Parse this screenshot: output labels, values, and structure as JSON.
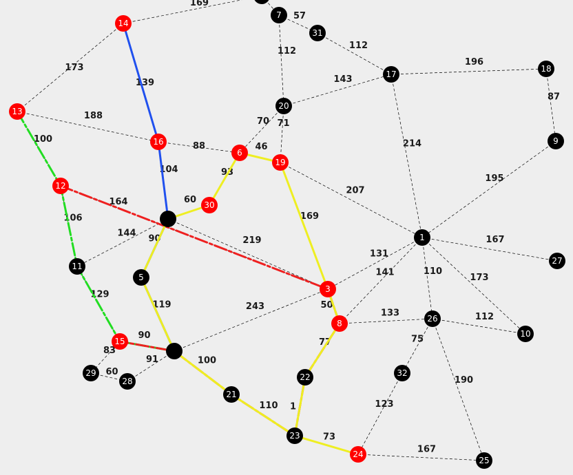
{
  "colors": {
    "background": "#eeeeee",
    "node_default": "#000000",
    "node_highlight": "#ff0000",
    "node_label": "#ffffff",
    "edge": "#000000",
    "weight_text": "#1a1a1a"
  },
  "nodes": [
    {
      "id": "1",
      "label": "1",
      "state": "normal"
    },
    {
      "id": "3",
      "label": "3",
      "state": "highlight"
    },
    {
      "id": "5",
      "label": "5",
      "state": "normal"
    },
    {
      "id": "6",
      "label": "6",
      "state": "highlight"
    },
    {
      "id": "7",
      "label": "7",
      "state": "normal"
    },
    {
      "id": "8",
      "label": "8",
      "state": "highlight"
    },
    {
      "id": "9",
      "label": "9",
      "state": "normal"
    },
    {
      "id": "10",
      "label": "10",
      "state": "normal"
    },
    {
      "id": "11",
      "label": "11",
      "state": "normal"
    },
    {
      "id": "12",
      "label": "12",
      "state": "highlight"
    },
    {
      "id": "13",
      "label": "13",
      "state": "highlight"
    },
    {
      "id": "14",
      "label": "14",
      "state": "highlight"
    },
    {
      "id": "15",
      "label": "15",
      "state": "highlight"
    },
    {
      "id": "16",
      "label": "16",
      "state": "highlight"
    },
    {
      "id": "17",
      "label": "17",
      "state": "normal"
    },
    {
      "id": "18",
      "label": "18",
      "state": "normal"
    },
    {
      "id": "19",
      "label": "19",
      "state": "highlight"
    },
    {
      "id": "20",
      "label": "20",
      "state": "normal"
    },
    {
      "id": "21",
      "label": "21",
      "state": "normal"
    },
    {
      "id": "22",
      "label": "22",
      "state": "normal"
    },
    {
      "id": "23",
      "label": "23",
      "state": "normal"
    },
    {
      "id": "24",
      "label": "24",
      "state": "highlight"
    },
    {
      "id": "25",
      "label": "25",
      "state": "normal"
    },
    {
      "id": "26",
      "label": "26",
      "state": "normal"
    },
    {
      "id": "27",
      "label": "27",
      "state": "normal"
    },
    {
      "id": "28",
      "label": "28",
      "state": "normal"
    },
    {
      "id": "29",
      "label": "29",
      "state": "normal"
    },
    {
      "id": "30",
      "label": "30",
      "state": "highlight"
    },
    {
      "id": "31",
      "label": "31",
      "state": "normal"
    },
    {
      "id": "32",
      "label": "32",
      "state": "normal"
    },
    {
      "id": "A",
      "label": "",
      "state": "normal"
    },
    {
      "id": "B",
      "label": "",
      "state": "normal"
    },
    {
      "id": "T",
      "label": "",
      "state": "normal"
    }
  ],
  "edges": [
    {
      "from": "14",
      "to": "T",
      "weight": "169"
    },
    {
      "from": "T",
      "to": "7",
      "weight": ""
    },
    {
      "from": "14",
      "to": "13",
      "weight": "173"
    },
    {
      "from": "14",
      "to": "16",
      "weight": "139"
    },
    {
      "from": "13",
      "to": "16",
      "weight": "188"
    },
    {
      "from": "13",
      "to": "12",
      "weight": "100"
    },
    {
      "from": "16",
      "to": "6",
      "weight": "88"
    },
    {
      "from": "16",
      "to": "A",
      "weight": "104"
    },
    {
      "from": "7",
      "to": "31",
      "weight": "57"
    },
    {
      "from": "7",
      "to": "20",
      "weight": "112"
    },
    {
      "from": "31",
      "to": "17",
      "weight": "112"
    },
    {
      "from": "20",
      "to": "17",
      "weight": "143"
    },
    {
      "from": "17",
      "to": "18",
      "weight": "196"
    },
    {
      "from": "18",
      "to": "9",
      "weight": "87"
    },
    {
      "from": "20",
      "to": "6",
      "weight": "70"
    },
    {
      "from": "20",
      "to": "19",
      "weight": "71"
    },
    {
      "from": "6",
      "to": "19",
      "weight": "46"
    },
    {
      "from": "6",
      "to": "30",
      "weight": "93"
    },
    {
      "from": "17",
      "to": "1",
      "weight": "214"
    },
    {
      "from": "9",
      "to": "1",
      "weight": "195"
    },
    {
      "from": "19",
      "to": "1",
      "weight": "207"
    },
    {
      "from": "19",
      "to": "3",
      "weight": "169"
    },
    {
      "from": "12",
      "to": "3",
      "weight": "164"
    },
    {
      "from": "A",
      "to": "3",
      "weight": "219"
    },
    {
      "from": "12",
      "to": "11",
      "weight": "106"
    },
    {
      "from": "A",
      "to": "30",
      "weight": "60"
    },
    {
      "from": "A",
      "to": "11",
      "weight": "144"
    },
    {
      "from": "A",
      "to": "5",
      "weight": "90"
    },
    {
      "from": "5",
      "to": "B",
      "weight": "119"
    },
    {
      "from": "11",
      "to": "15",
      "weight": "129"
    },
    {
      "from": "15",
      "to": "B",
      "weight": "90"
    },
    {
      "from": "15",
      "to": "29",
      "weight": "83"
    },
    {
      "from": "29",
      "to": "28",
      "weight": "60"
    },
    {
      "from": "28",
      "to": "B",
      "weight": "91"
    },
    {
      "from": "B",
      "to": "3",
      "weight": "243"
    },
    {
      "from": "B",
      "to": "21",
      "weight": "100"
    },
    {
      "from": "21",
      "to": "23",
      "weight": "110"
    },
    {
      "from": "1",
      "to": "3",
      "weight": "131"
    },
    {
      "from": "1",
      "to": "8",
      "weight": "141"
    },
    {
      "from": "1",
      "to": "27",
      "weight": "167"
    },
    {
      "from": "1",
      "to": "26",
      "weight": "110"
    },
    {
      "from": "1",
      "to": "10",
      "weight": "173"
    },
    {
      "from": "3",
      "to": "8",
      "weight": "50"
    },
    {
      "from": "8",
      "to": "26",
      "weight": "133"
    },
    {
      "from": "26",
      "to": "10",
      "weight": "112"
    },
    {
      "from": "8",
      "to": "22",
      "weight": "77"
    },
    {
      "from": "22",
      "to": "23",
      "weight": "1"
    },
    {
      "from": "26",
      "to": "32",
      "weight": "75"
    },
    {
      "from": "26",
      "to": "25",
      "weight": "190"
    },
    {
      "from": "32",
      "to": "24",
      "weight": "123"
    },
    {
      "from": "23",
      "to": "24",
      "weight": "73"
    },
    {
      "from": "24",
      "to": "25",
      "weight": "167"
    }
  ],
  "paths": [
    {
      "color": "#2050ee",
      "dashed": false,
      "nodes": [
        "14",
        "16",
        "A",
        "5",
        "B"
      ]
    },
    {
      "color": "#22dd22",
      "dashed": true,
      "nodes": [
        "13",
        "12",
        "11",
        "15",
        "B"
      ]
    },
    {
      "color": "#ee2020",
      "dashed": true,
      "nodes": [
        "12",
        "3",
        "8",
        "22",
        "23",
        "21",
        "B",
        "15"
      ]
    },
    {
      "color": "#eeee22",
      "dashed": false,
      "nodes": [
        "30",
        "6",
        "19",
        "3",
        "8",
        "22",
        "23",
        "24"
      ]
    },
    {
      "color": "#eeee22",
      "dashed": false,
      "nodes": [
        "30",
        "A",
        "5",
        "B",
        "21",
        "23"
      ]
    }
  ]
}
